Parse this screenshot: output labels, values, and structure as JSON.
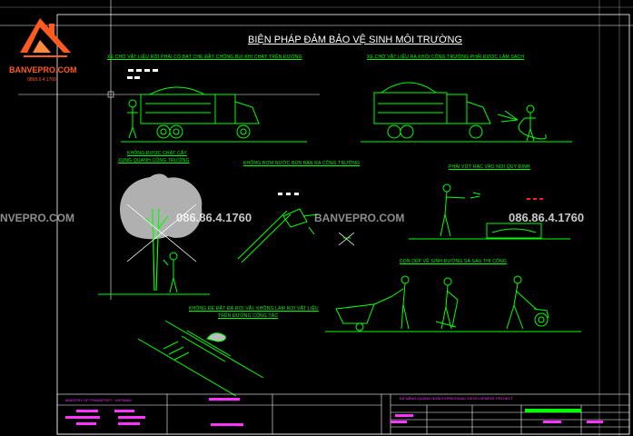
{
  "drawing": {
    "title": "BIỆN PHÁP ĐẢM BẢO VỆ SINH MÔI TRƯỜNG",
    "labels": {
      "top_left": "XE CHỞ VẬT LIỆU RỜI PHẢI CÓ BẠT CHE ĐẬY CHỐNG BỤI KHI CHẠY TRÊN ĐƯỜNG",
      "top_right": "XE CHỞ VẬT LIỆU RA KHỎI CÔNG TRƯỜNG PHẢI ĐƯỢC LÀM SẠCH",
      "tree_line1": "KHÔNG ĐƯỢC CHẶT CÂY",
      "tree_line2": "XUNG QUANH CÔNG TRƯỜNG",
      "water": "KHÔNG BƠM NƯỚC BÙN BẨN RA CÔNG TRƯỜNG",
      "trash": "PHẢI VỨT RÁC VÀO NƠI QUY ĐỊNH",
      "cleaning": "DỌN DẸP VỆ SINH ĐƯỜNG SÁ SAU THI CÔNG",
      "road_line1": "KHÔNG ĐỂ ĐẤT ĐÁ RƠI VÃI, KHÔNG LÀM RƠI VẬT LIỆU",
      "road_line2": "TRÊN ĐƯỜNG CÔNG TÁC"
    },
    "title_block": {
      "left": "MINISTRY OF TRANSPORT - VIETNAM",
      "right": "ĐÀ NẴNG-QUẢNG NGÃI EXPRESSWAY DEVELOPMENT PROJECT"
    }
  },
  "watermark": {
    "brand": "BANVEPRO.COM",
    "phone": "086.86.4.1760",
    "brand_left_partial": "NVEPRO.COM"
  },
  "logo": {
    "name": "BANVEPRO.COM",
    "phone": "0868.6.4.1760"
  },
  "colors": {
    "background": "#000000",
    "linework": "#00ff00",
    "frame": "#ffffff",
    "titleblock_text": "#ff33ff",
    "logo": "#ff5a1f",
    "accent_red": "#ff2020"
  }
}
